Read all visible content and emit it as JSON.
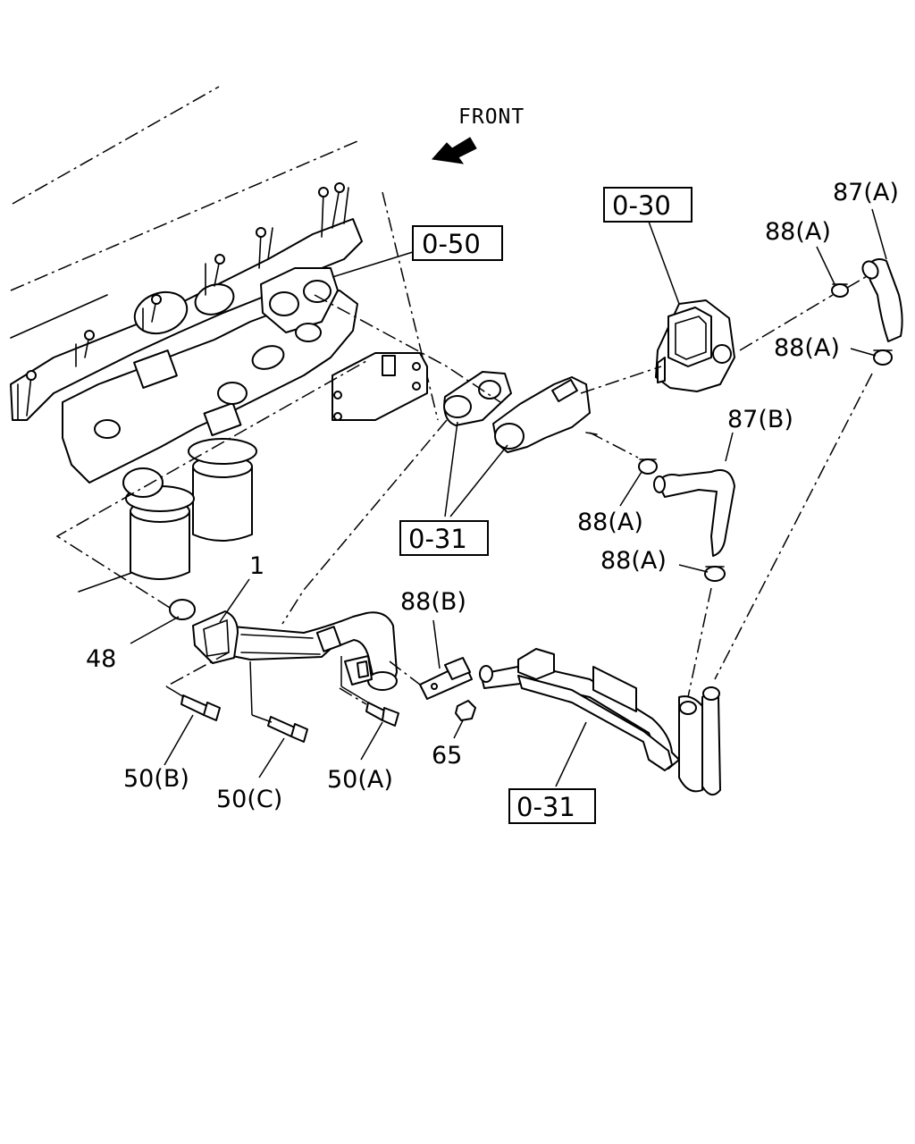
{
  "direction_label": "FRONT",
  "reference_boxes": {
    "ref_050": "0-50",
    "ref_030": "0-30",
    "ref_031_upper": "0-31",
    "ref_031_lower": "0-31"
  },
  "callouts": {
    "part_1": "1",
    "part_48": "48",
    "part_50b": "50(B)",
    "part_50c": "50(C)",
    "part_50a": "50(A)",
    "part_65": "65",
    "part_88b": "88(B)",
    "part_87a": "87(A)",
    "part_88a_top": "88(A)",
    "part_88a_right": "88(A)",
    "part_87b": "87(B)",
    "part_88a_mid": "88(A)",
    "part_88a_low": "88(A)"
  },
  "icons": {
    "direction_arrow": "front-arrow-icon"
  }
}
